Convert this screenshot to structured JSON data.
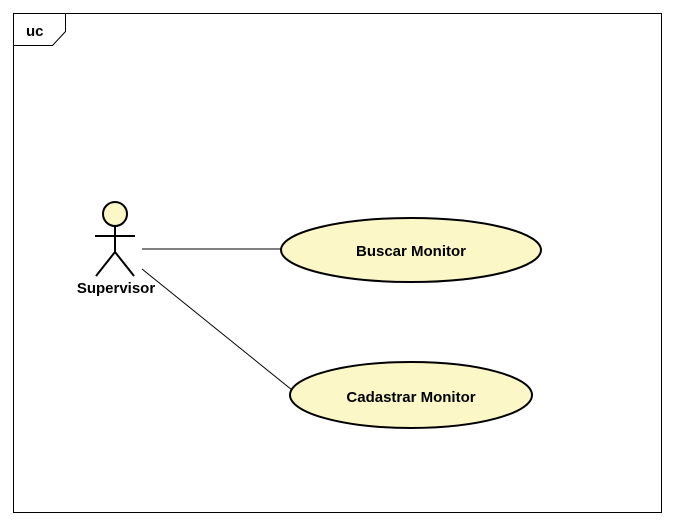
{
  "frame": {
    "label": "uc"
  },
  "actors": [
    {
      "id": "supervisor",
      "name": "Supervisor"
    }
  ],
  "use_cases": [
    {
      "id": "buscar",
      "name": "Buscar Monitor"
    },
    {
      "id": "cadastrar",
      "name": "Cadastrar Monitor"
    }
  ],
  "associations": [
    {
      "from": "supervisor",
      "to": "buscar"
    },
    {
      "from": "supervisor",
      "to": "cadastrar"
    }
  ],
  "colors": {
    "fill": "#fcf7c7",
    "stroke": "#000000",
    "background": "#ffffff"
  }
}
